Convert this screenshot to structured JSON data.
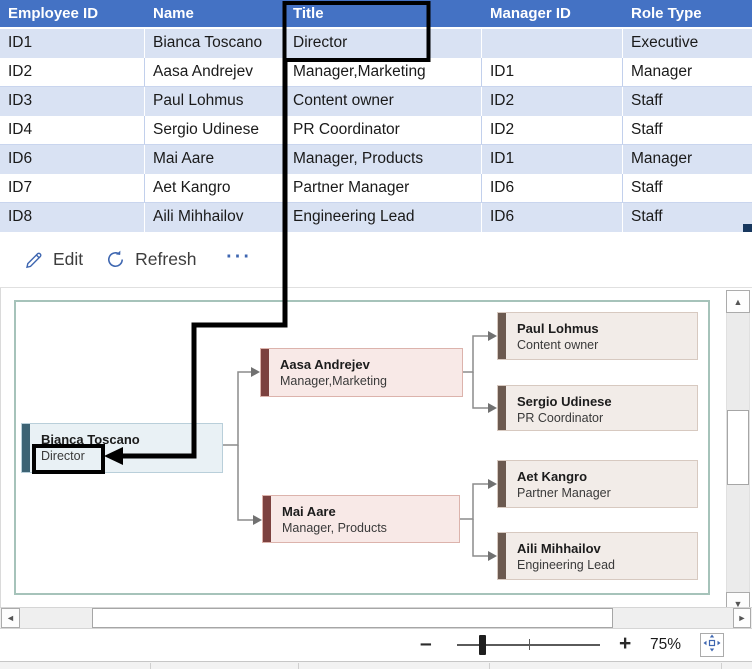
{
  "table": {
    "headers": [
      "Employee ID",
      "Name",
      "Title",
      "Manager ID",
      "Role Type"
    ],
    "rows": [
      [
        "ID1",
        "Bianca Toscano",
        "Director",
        "",
        "Executive"
      ],
      [
        "ID2",
        "Aasa Andrejev",
        "Manager,Marketing",
        "ID1",
        "Manager"
      ],
      [
        "ID3",
        "Paul Lohmus",
        "Content owner",
        "ID2",
        "Staff"
      ],
      [
        "ID4",
        "Sergio Udinese",
        "PR Coordinator",
        "ID2",
        "Staff"
      ],
      [
        "ID6",
        "Mai Aare",
        "Manager, Products",
        "ID1",
        "Manager"
      ],
      [
        "ID7",
        "Aet Kangro",
        "Partner Manager",
        "ID6",
        "Staff"
      ],
      [
        "ID8",
        "Aili Mihhailov",
        "Engineering Lead",
        "ID6",
        "Staff"
      ]
    ]
  },
  "toolbar": {
    "edit_label": "Edit",
    "refresh_label": "Refresh",
    "more_label": "⋯"
  },
  "org_chart": {
    "nodes": [
      {
        "name": "Bianca Toscano",
        "title": "Director",
        "variant": "blue"
      },
      {
        "name": "Aasa Andrejev",
        "title": "Manager,Marketing",
        "variant": "pink"
      },
      {
        "name": "Paul Lohmus",
        "title": "Content owner",
        "variant": "tan"
      },
      {
        "name": "Sergio Udinese",
        "title": "PR Coordinator",
        "variant": "tan"
      },
      {
        "name": "Mai Aare",
        "title": "Manager, Products",
        "variant": "pink"
      },
      {
        "name": "Aet Kangro",
        "title": "Partner Manager",
        "variant": "tan"
      },
      {
        "name": "Aili Mihhailov",
        "title": "Engineering Lead",
        "variant": "tan"
      }
    ]
  },
  "zoom_control": {
    "minus": "–",
    "plus": "+",
    "level": "75%"
  },
  "colors": {
    "header_blue": "#4472C4",
    "banded_row": "#D9E2F3",
    "node_blue_accent": "#3D6374",
    "node_pink_accent": "#7C413F",
    "node_tan_accent": "#6C5A50",
    "canvas_border_teal": "#A6C3BA",
    "icon_blue": "#3E66B0",
    "annotation_black": "#000000"
  }
}
